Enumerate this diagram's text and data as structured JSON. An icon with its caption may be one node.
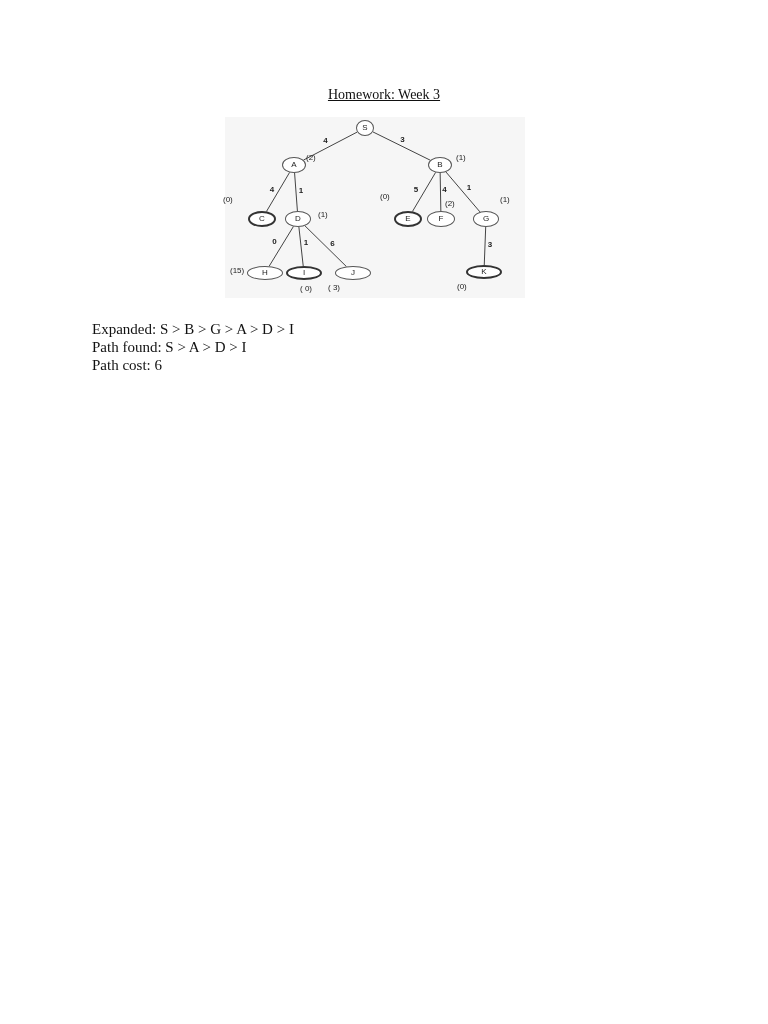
{
  "diagram": {
    "title": "Homework: Week 3",
    "nodes": [
      {
        "text": [
          "S"
        ]
      },
      {
        "text": [
          "A"
        ],
        "beside": [
          "(2)"
        ]
      },
      {
        "text": [
          "B"
        ],
        "beside": [
          "(1)"
        ]
      },
      {
        "text": [
          "C"
        ],
        "beside": [
          "(0)"
        ]
      },
      {
        "text": [
          "D"
        ],
        "beside": [
          "(1)"
        ]
      },
      {
        "text": [
          "E"
        ],
        "beside": [
          "(0)"
        ]
      },
      {
        "text": [
          "F"
        ],
        "beside": [
          "(2)"
        ]
      },
      {
        "text": [
          "G"
        ],
        "beside": [
          "(1)"
        ]
      },
      {
        "text": [
          "H"
        ],
        "beside": [
          "(15)"
        ]
      },
      {
        "text": [
          "I"
        ],
        "beside": [
          "( 0)"
        ]
      },
      {
        "text": [
          "J"
        ],
        "beside": [
          "( 3)"
        ]
      },
      {
        "text": [
          "K"
        ],
        "beside": [
          "(0)"
        ]
      }
    ],
    "edges": [
      {
        "from": 0,
        "to": 1,
        "arrow": "none",
        "label": "4"
      },
      {
        "from": 0,
        "to": 2,
        "arrow": "none",
        "label": "3"
      },
      {
        "from": 1,
        "to": 3,
        "arrow": "none",
        "label": "4"
      },
      {
        "from": 1,
        "to": 4,
        "arrow": "none",
        "label": "1"
      },
      {
        "from": 2,
        "to": 5,
        "arrow": "none",
        "label": "5"
      },
      {
        "from": 2,
        "to": 6,
        "arrow": "none",
        "label": "4"
      },
      {
        "from": 2,
        "to": 7,
        "arrow": "none",
        "label": "1"
      },
      {
        "from": 4,
        "to": 8,
        "arrow": "none",
        "label": "0"
      },
      {
        "from": 4,
        "to": 9,
        "arrow": "none",
        "label": "1"
      },
      {
        "from": 4,
        "to": 10,
        "arrow": "none",
        "label": "6"
      },
      {
        "from": 7,
        "to": 11,
        "arrow": "none",
        "label": "3"
      }
    ],
    "labels": [
      "Expanded: S > B > G > A > D > I",
      "Path found: S > A > D > I",
      "Path cost: 6"
    ]
  }
}
